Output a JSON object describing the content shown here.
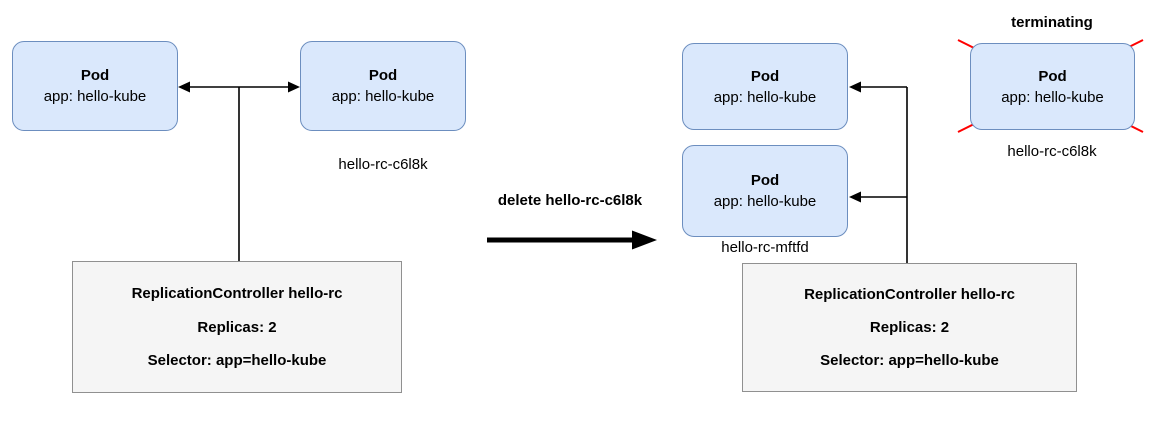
{
  "diagram": {
    "left": {
      "pod1": {
        "title": "Pod",
        "app": "app: hello-kube"
      },
      "pod2": {
        "title": "Pod",
        "app": "app: hello-kube",
        "name": "hello-rc-c6l8k"
      },
      "rc": {
        "title": "ReplicationController hello-rc",
        "replicas": "Replicas: 2",
        "selector": "Selector: app=hello-kube"
      }
    },
    "transition": {
      "label": "delete hello-rc-c6l8k"
    },
    "right": {
      "pod1": {
        "title": "Pod",
        "app": "app: hello-kube"
      },
      "pod2": {
        "title": "Pod",
        "app": "app: hello-kube",
        "name": "hello-rc-mftfd"
      },
      "terminating_pod": {
        "status_label": "terminating",
        "title": "Pod",
        "app": "app: hello-kube",
        "name": "hello-rc-c6l8k"
      },
      "rc": {
        "title": "ReplicationController hello-rc",
        "replicas": "Replicas: 2",
        "selector": "Selector: app=hello-kube"
      }
    },
    "colors": {
      "pod_fill": "#dae8fc",
      "pod_border": "#6c8ebf",
      "rc_fill": "#f5f5f5",
      "rc_border": "#909090",
      "connector": "#000000",
      "cross": "#ff0000"
    }
  }
}
